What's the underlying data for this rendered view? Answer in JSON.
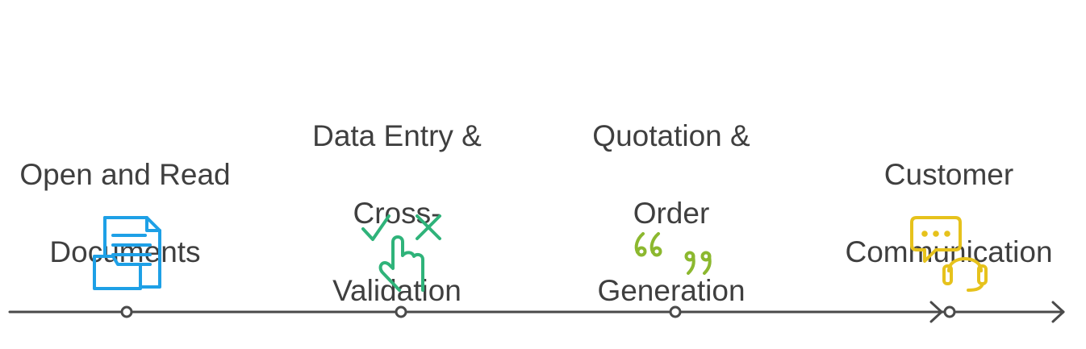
{
  "diagram": {
    "type": "timeline",
    "steps": [
      {
        "lines": [
          "Open and Read",
          "Documents"
        ],
        "icon": "documents-folder-icon",
        "color": "#1ea0e6"
      },
      {
        "lines": [
          "Data Entry &",
          "Cross-",
          "Validation"
        ],
        "icon": "check-cross-hand-icon",
        "color": "#2fb37a"
      },
      {
        "lines": [
          "Quotation &",
          "Order",
          "Generation"
        ],
        "icon": "quotation-marks-icon",
        "color": "#8cb82f"
      },
      {
        "lines": [
          "Customer",
          "Communication"
        ],
        "icon": "chat-headset-icon",
        "color": "#e6c21c"
      }
    ],
    "line_color": "#4a4a4a"
  }
}
